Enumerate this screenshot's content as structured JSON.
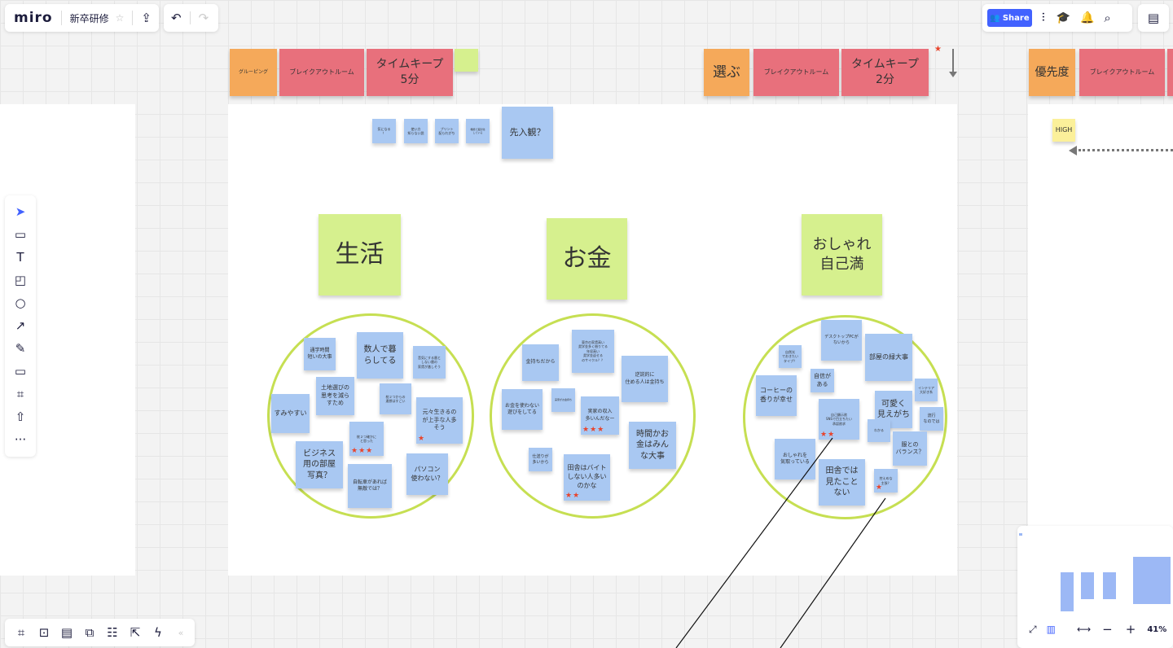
{
  "header": {
    "logo": "miro",
    "board_title": "新卒研修",
    "share_label": "Share"
  },
  "zoom": {
    "level": "41%"
  },
  "top_row": {
    "left": [
      "グルーピング",
      "ブレイクアウトルーム",
      "タイムキープ\n5分"
    ],
    "middle": [
      "選ぶ",
      "ブレイクアウトルーム",
      "タイムキープ\n2分"
    ],
    "right": [
      "優先度",
      "ブレイクアウトルーム"
    ]
  },
  "priority": {
    "high": "HIGH"
  },
  "small_notes": [
    "気になる\n！",
    "使い方\n知らない説",
    "プリント\n配られがち",
    "機能で差別化\nしている",
    "先入観？"
  ],
  "categories": [
    "生活",
    "お金",
    "おしゃれ\n自己満"
  ],
  "group1": [
    "通学時間\n短いの大事",
    "数人で暮\nらしてる",
    "音気にする層と\nしない層の\n家賃が激しそう",
    "土地選びの\n思考を減ら\nすため",
    "枕２つからの\n連想はすごい",
    "すみやすい",
    "元々生きるの\nが上手な人多\nそう",
    "枕２つ確かに\nと思った",
    "ビジネス\n用の部屋\n写真？",
    "自転車があれば\n無敵では？",
    "パソコン\n使わない？"
  ],
  "group2": [
    "金持ちだから",
    "東京の家賃高い\n奨学金多く借りてる\n年収高い\n奨学金返せる\nのサイクル？？",
    "逆説的に\n住める人は金持ち",
    "お金を使わない\n遊びをしてる",
    "実家がお金持ち",
    "実家の収入\n多いんだなー",
    "時間かお\n金はみん\nな大事",
    "仕送りが\n多いから",
    "田舎はバイト\nしない人多い\nのかな"
  ],
  "group3": [
    "自然光\nでおきたい\nタイプ？",
    "デスクトップPCが\nないから",
    "部屋の緑大事",
    "自信が\nある",
    "コーヒーの\n香りが幸せ",
    "インテリア\n大好き系",
    "自己顕示欲\nSNSで目立ちたい\n承認欲求",
    "可愛く\n見えがち",
    "流行\nなのでは",
    "わかる",
    "服との\nバランス？",
    "おしゃれを\n気取っている",
    "田舎では\n見たこと\nない",
    "控えめな\n主張？"
  ],
  "stars": {
    "three": "★★★",
    "two": "★★",
    "one": "★"
  },
  "colors": {
    "accent": "#4262ff",
    "sticky_blue": "#a9c8f2",
    "sticky_green": "#d6f08e",
    "circle": "#c6df52"
  }
}
